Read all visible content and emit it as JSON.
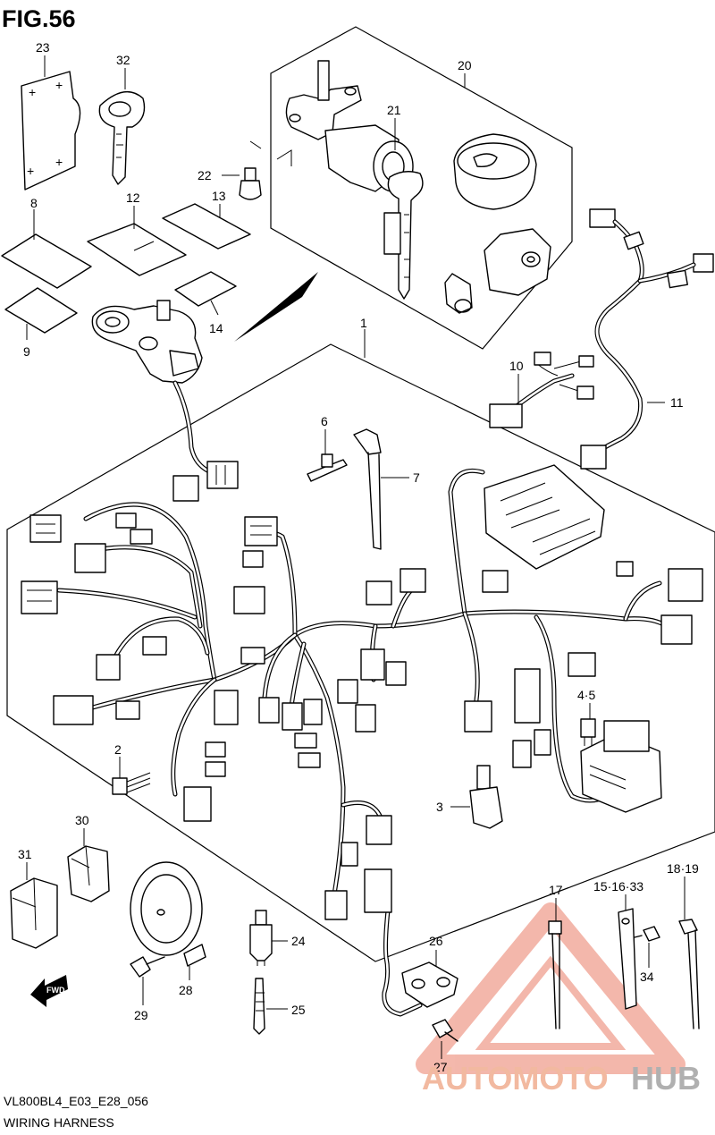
{
  "figure": {
    "title": "FIG.56",
    "code": "VL800BL4_E03_E28_056",
    "name": "WIRING HARNESS"
  },
  "callouts": {
    "c1": "1",
    "c2": "2",
    "c3": "3",
    "c45": "4·5",
    "c6": "6",
    "c7": "7",
    "c8": "8",
    "c9": "9",
    "c10": "10",
    "c11": "11",
    "c12": "12",
    "c13": "13",
    "c14": "14",
    "c151633": "15·16·33",
    "c17": "17",
    "c1819": "18·19",
    "c20": "20",
    "c21": "21",
    "c22": "22",
    "c23": "23",
    "c24": "24",
    "c25": "25",
    "c26": "26",
    "c27": "27",
    "c28": "28",
    "c29": "29",
    "c30": "30",
    "c31": "31",
    "c32": "32",
    "c34": "34"
  },
  "direction_arrow": {
    "label": "FWD",
    "icon": "fwd-arrow-icon"
  },
  "watermark": {
    "part1": "AUTOMOTO",
    "part2": "HUB",
    "color_accent": "#f0a090",
    "color_text1": "#f2b9a0",
    "color_text2": "#b0b0b0"
  }
}
